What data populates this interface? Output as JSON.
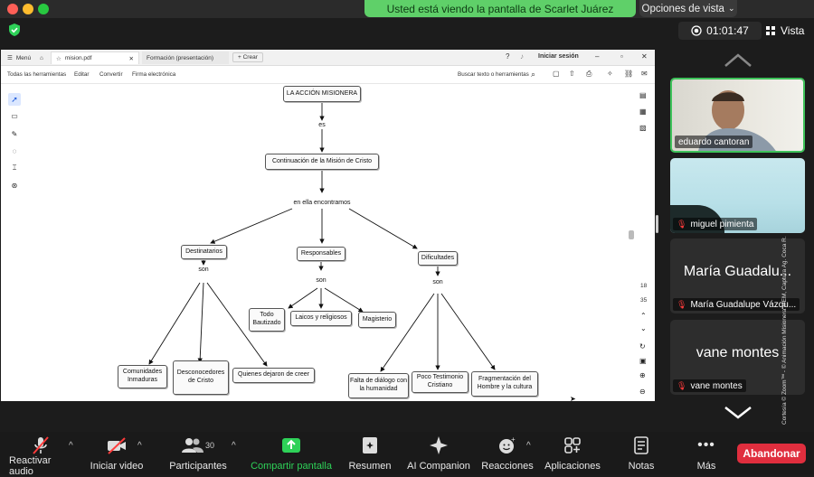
{
  "banner": {
    "text": "Usted está viendo la pantalla de Scarlet Juárez"
  },
  "view_options": {
    "label": "Opciones de vista"
  },
  "header": {
    "timer": "01:01:47",
    "view_label": "Vista"
  },
  "pdf": {
    "tabs": [
      {
        "label": "Menú"
      },
      {
        "label": "mision.pdf"
      },
      {
        "label": "Formación (presentación)"
      },
      {
        "label": "+ Crear"
      }
    ],
    "signin": "Iniciar sesión",
    "toolbar": [
      "Todas las herramientas",
      "Editar",
      "Convertir",
      "Firma electrónica"
    ],
    "search_label": "Buscar texto o herramientas",
    "page_current": "18",
    "page_total": "35"
  },
  "concept_map": {
    "root": "LA ACCIÓN MISIONERA",
    "link1": "es",
    "node2": "Continuación de la Misión de Cristo",
    "link2": "en ella encontramos",
    "branches": [
      {
        "title": "Destinatarios",
        "link": "son",
        "children": [
          "Comunidades Inmaduras",
          "Desconocedores de Cristo",
          "Quienes dejaron de creer"
        ]
      },
      {
        "title": "Responsables",
        "link": "son",
        "children": [
          "Todo Bautizado",
          "Laicos y religiosos",
          "Magisterio"
        ]
      },
      {
        "title": "Dificultades",
        "link": "son",
        "children": [
          "Falta de diálogo con la humanidad",
          "Poco Testimonio Cristiano",
          "Fragmentación del Hombre y la cultura"
        ]
      }
    ]
  },
  "participants": [
    {
      "name": "eduardo cantoran",
      "muted": false,
      "video": true
    },
    {
      "name": "miguel pimienta",
      "muted": true,
      "video": true
    },
    {
      "name": "María Guadalupe Vázqu...",
      "display": "María Guadalu...",
      "muted": true,
      "video": false
    },
    {
      "name": "vane montes",
      "display": "vane montes",
      "muted": true,
      "video": false
    }
  ],
  "side_caption": "Cortesía © Zoom™ - © Animación Misionera MEM, Captura Ag. Coca R.",
  "bottombar": {
    "items": [
      {
        "label": "Reactivar audio",
        "icon": "microphone-muted-icon"
      },
      {
        "label": "Iniciar video",
        "icon": "video-off-icon"
      },
      {
        "label": "Participantes",
        "icon": "participants-icon",
        "count": "30"
      },
      {
        "label": "Compartir pantalla",
        "icon": "share-screen-icon"
      },
      {
        "label": "Resumen",
        "icon": "summary-icon"
      },
      {
        "label": "AI Companion",
        "icon": "ai-companion-icon"
      },
      {
        "label": "Reacciones",
        "icon": "reactions-icon"
      },
      {
        "label": "Aplicaciones",
        "icon": "apps-icon"
      },
      {
        "label": "Notas",
        "icon": "notes-icon"
      },
      {
        "label": "Más",
        "icon": "more-icon"
      }
    ],
    "leave": "Abandonar"
  },
  "colors": {
    "banner": "#5fd069",
    "share_green": "#2ed158",
    "leave": "#e02e3e",
    "active_speaker": "#3ec25a"
  }
}
